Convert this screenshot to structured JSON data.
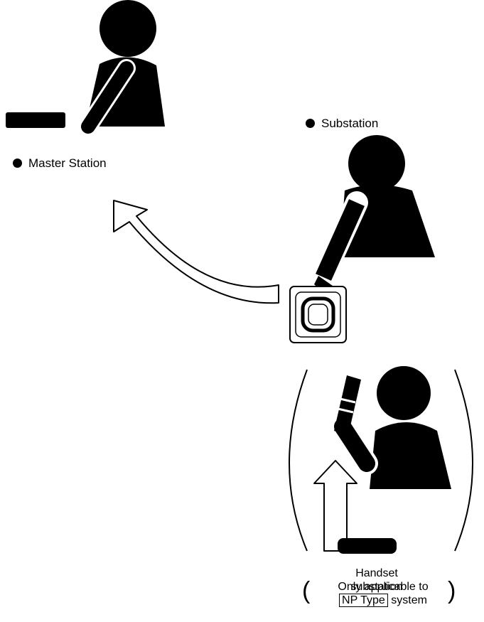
{
  "labels": {
    "master": "Master Station",
    "substation": "Substation"
  },
  "caption": {
    "line1": "Handset substation",
    "line2": "Only applicable to",
    "line3_boxed": "NP Type",
    "line3_rest": "system"
  }
}
